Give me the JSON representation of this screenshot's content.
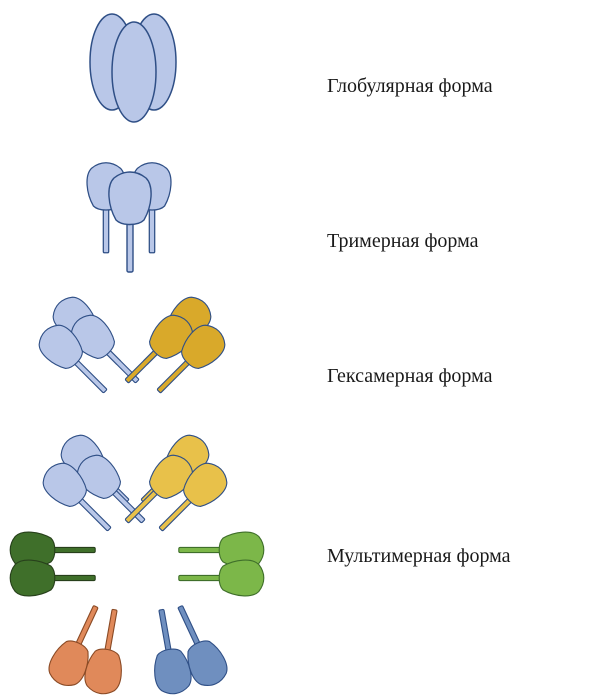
{
  "labels": {
    "globular": "Глобулярная форма",
    "trimer": "Тримерная форма",
    "hexamer": "Гексамерная форма",
    "multimer": "Мультимерная форма"
  },
  "colors": {
    "outline": "#2f4f86",
    "blue": "#b9c7e8",
    "gold": "#d9a92a",
    "green_dark": "#3f6f2a",
    "green_light": "#7cb749",
    "orange": "#e0895a",
    "steel": "#6f8fbf"
  }
}
